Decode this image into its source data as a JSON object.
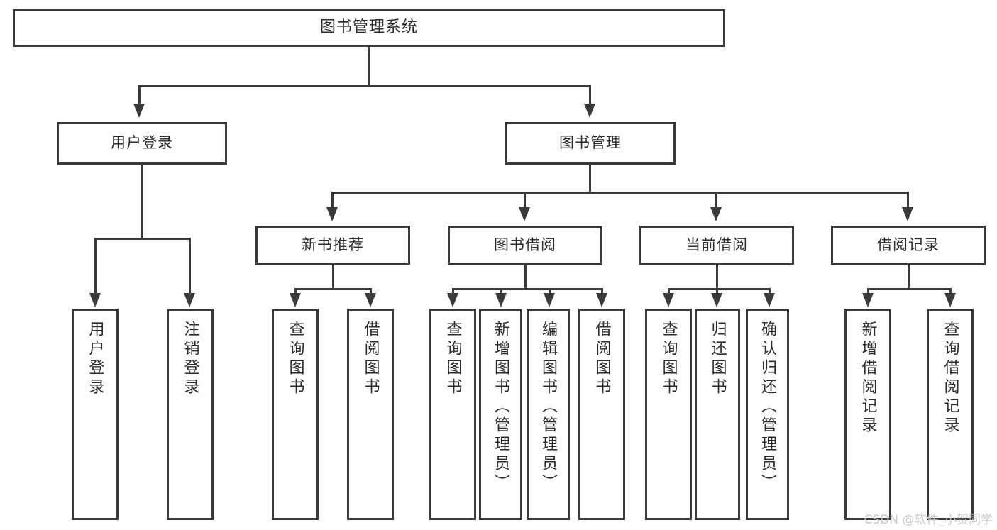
{
  "diagram": {
    "title": "图书管理系统",
    "watermark": "CSDN @软件_小贺同学",
    "colors": {
      "border": "#3a3a3a",
      "background": "#ffffff",
      "text": "#2b2b2b",
      "watermark": "#c9c9c9"
    },
    "root": {
      "label": "图书管理系统"
    },
    "level2": [
      {
        "label": "用户登录"
      },
      {
        "label": "图书管理"
      }
    ],
    "level3": [
      {
        "label": "新书推荐"
      },
      {
        "label": "图书借阅"
      },
      {
        "label": "当前借阅"
      },
      {
        "label": "借阅记录"
      }
    ],
    "leaves": {
      "user_login": [
        {
          "label": "用户登录"
        },
        {
          "label": "注销登录"
        }
      ],
      "new_book_recommend": [
        {
          "label": "查询图书"
        },
        {
          "label": "借阅图书"
        }
      ],
      "book_borrow": [
        {
          "label": "查询图书"
        },
        {
          "label": "新增图书（管理员）"
        },
        {
          "label": "编辑图书（管理员）"
        },
        {
          "label": "借阅图书"
        }
      ],
      "current_borrow": [
        {
          "label": "查询图书"
        },
        {
          "label": "归还图书"
        },
        {
          "label": "确认归还（管理员）"
        }
      ],
      "borrow_record": [
        {
          "label": "新增借阅记录"
        },
        {
          "label": "查询借阅记录"
        }
      ]
    }
  }
}
